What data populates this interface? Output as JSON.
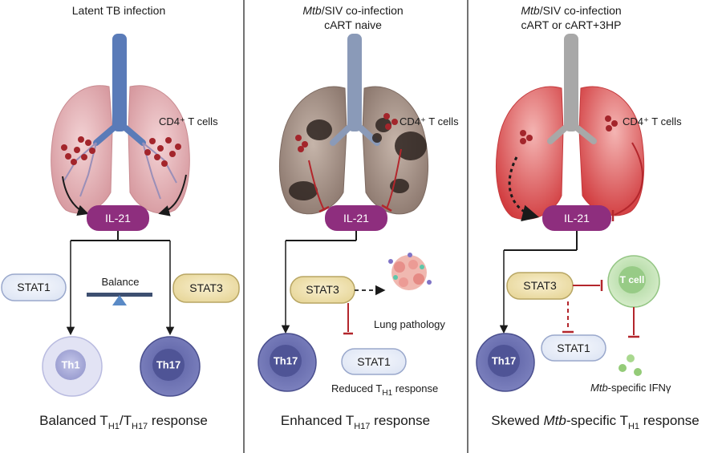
{
  "colors": {
    "lung_pink": "#e8b4b8",
    "lung_dark": "#9e8a80",
    "lung_red": "#d9484a",
    "trachea": "#5a7bb8",
    "il21": "#8e2e7e",
    "stat1": "#e6ecf7",
    "stat3": "#f1e4b3",
    "th_cell": "#6b70b0",
    "inhibit": "#b3262c"
  },
  "panels": [
    {
      "header_lines": [
        "Latent TB infection"
      ],
      "lung_label": "CD4⁺ T cells",
      "il21": "IL-21",
      "stat1": "STAT1",
      "stat3": "STAT3",
      "balance": "Balance",
      "cell_left": "Th1",
      "cell_right": "Th17",
      "footer": {
        "a": "Balanced T",
        "a_sub": "H1",
        "b": "/T",
        "b_sub": "H17",
        "c": " response"
      }
    },
    {
      "header_lines": [
        "Mtb/SIV co-infection",
        "cART naive"
      ],
      "header_italic": "Mtb",
      "header_rest": "/SIV co-infection",
      "lung_label": "CD4⁺ T cells",
      "il21": "IL-21",
      "stat3": "STAT3",
      "stat1": "STAT1",
      "cell": "Th17",
      "pathology": "Lung pathology",
      "reduced": {
        "a": "Reduced T",
        "sub": "H1",
        "b": " response"
      },
      "footer": {
        "a": "Enhanced T",
        "a_sub": "H17",
        "c": " response"
      }
    },
    {
      "header_lines": [
        "Mtb/SIV co-infection",
        "cART or cART+3HP"
      ],
      "header_italic": "Mtb",
      "header_rest": "/SIV co-infection",
      "lung_label": "CD4⁺ T cells",
      "il21": "IL-21",
      "stat3": "STAT3",
      "stat1": "STAT1",
      "tcell": "T cell",
      "cell": "Th17",
      "ifn": {
        "italic": "Mtb",
        "rest": "-specific IFNγ"
      },
      "footer": {
        "a": "Skewed ",
        "italic": "Mtb",
        "b": "-specific T",
        "sub": "H1",
        "c": " response"
      }
    }
  ]
}
